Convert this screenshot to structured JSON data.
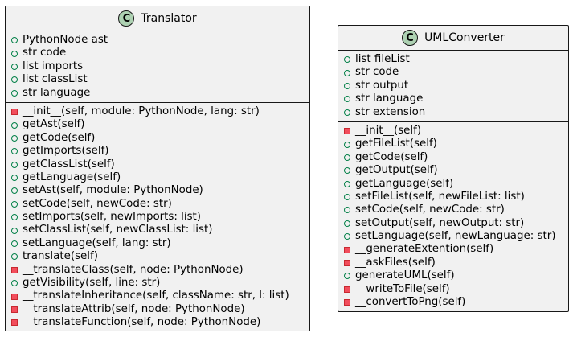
{
  "classes": [
    {
      "id": "translator",
      "stereotype_letter": "C",
      "name": "Translator",
      "attributes": [
        {
          "vis": "public",
          "text": "PythonNode ast"
        },
        {
          "vis": "public",
          "text": "str code"
        },
        {
          "vis": "public",
          "text": "list imports"
        },
        {
          "vis": "public",
          "text": "list classList"
        },
        {
          "vis": "public",
          "text": "str language"
        }
      ],
      "methods": [
        {
          "vis": "private",
          "text": "__init__(self, module: PythonNode, lang: str)"
        },
        {
          "vis": "public",
          "text": "getAst(self)"
        },
        {
          "vis": "public",
          "text": "getCode(self)"
        },
        {
          "vis": "public",
          "text": "getImports(self)"
        },
        {
          "vis": "public",
          "text": "getClassList(self)"
        },
        {
          "vis": "public",
          "text": "getLanguage(self)"
        },
        {
          "vis": "public",
          "text": "setAst(self, module: PythonNode)"
        },
        {
          "vis": "public",
          "text": "setCode(self, newCode: str)"
        },
        {
          "vis": "public",
          "text": "setImports(self, newImports: list)"
        },
        {
          "vis": "public",
          "text": "setClassList(self, newClassList: list)"
        },
        {
          "vis": "public",
          "text": "setLanguage(self, lang: str)"
        },
        {
          "vis": "public",
          "text": "translate(self)"
        },
        {
          "vis": "private",
          "text": "__translateClass(self, node: PythonNode)"
        },
        {
          "vis": "public",
          "text": "getVisibility(self, line: str)"
        },
        {
          "vis": "private",
          "text": "__translateInheritance(self, className: str, l: list)"
        },
        {
          "vis": "private",
          "text": "__translateAttrib(self, node: PythonNode)"
        },
        {
          "vis": "private",
          "text": "__translateFunction(self, node: PythonNode)"
        }
      ]
    },
    {
      "id": "umlconverter",
      "stereotype_letter": "C",
      "name": "UMLConverter",
      "attributes": [
        {
          "vis": "public",
          "text": "list fileList"
        },
        {
          "vis": "public",
          "text": "str code"
        },
        {
          "vis": "public",
          "text": "str output"
        },
        {
          "vis": "public",
          "text": "str language"
        },
        {
          "vis": "public",
          "text": "str extension"
        }
      ],
      "methods": [
        {
          "vis": "private",
          "text": "__init__(self)"
        },
        {
          "vis": "public",
          "text": "getFileList(self)"
        },
        {
          "vis": "public",
          "text": "getCode(self)"
        },
        {
          "vis": "public",
          "text": "getOutput(self)"
        },
        {
          "vis": "public",
          "text": "getLanguage(self)"
        },
        {
          "vis": "public",
          "text": "setFileList(self, newFileList: list)"
        },
        {
          "vis": "public",
          "text": "setCode(self, newCode: str)"
        },
        {
          "vis": "public",
          "text": "setOutput(self, newOutput: str)"
        },
        {
          "vis": "public",
          "text": "setLanguage(self, newLanguage: str)"
        },
        {
          "vis": "private",
          "text": "__generateExtention(self)"
        },
        {
          "vis": "private",
          "text": "__askFiles(self)"
        },
        {
          "vis": "public",
          "text": "generateUML(self)"
        },
        {
          "vis": "private",
          "text": "__writeToFile(self)"
        },
        {
          "vis": "private",
          "text": "__convertToPng(self)"
        }
      ]
    }
  ],
  "colors": {
    "box_fill": "#f1f1f1",
    "border": "#181818",
    "class_icon": "#add1b2",
    "public_marker": "#038048",
    "private_marker": "#f24d5c"
  }
}
